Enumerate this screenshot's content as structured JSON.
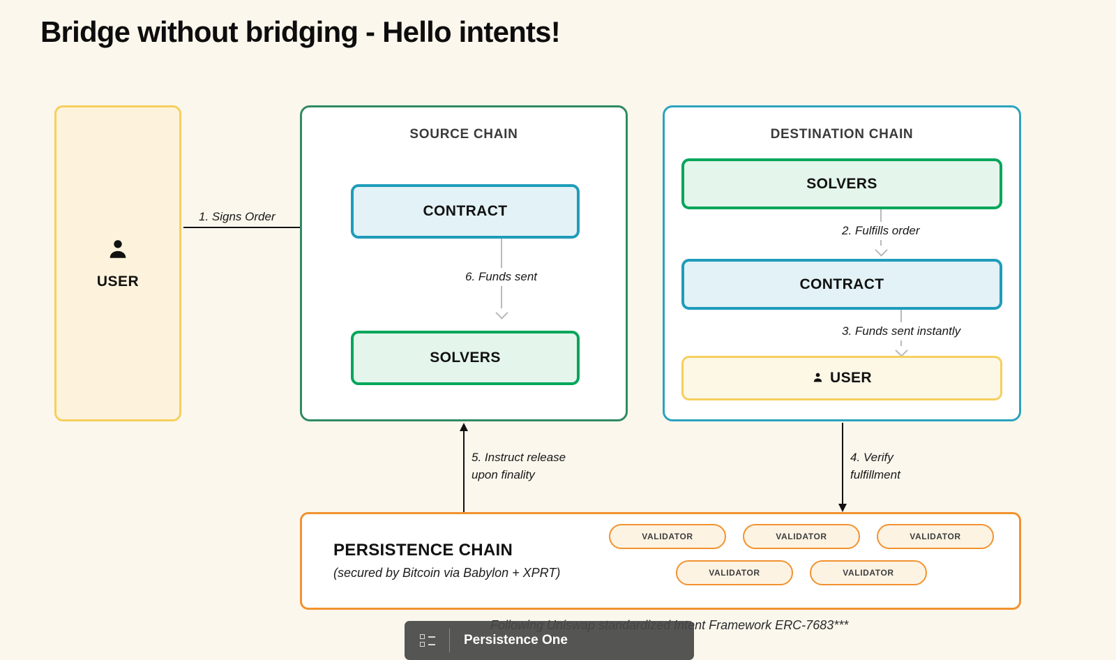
{
  "title": "Bridge without bridging - Hello intents!",
  "user_column": {
    "icon": "person-icon",
    "label": "USER"
  },
  "arrows": {
    "signs_order": "1. Signs Order",
    "instruct_release": "5. Instruct release\nupon finality",
    "instruct_release_line1": "5. Instruct release",
    "instruct_release_line2": "upon finality",
    "verify_fulfillment_line1": "4. Verify",
    "verify_fulfillment_line2": "fulfillment"
  },
  "source_chain": {
    "title": "SOURCE CHAIN",
    "contract": "CONTRACT",
    "solvers": "SOLVERS",
    "step_funds_sent": "6. Funds sent"
  },
  "destination_chain": {
    "title": "DESTINATION CHAIN",
    "solvers": "SOLVERS",
    "contract": "CONTRACT",
    "user": "USER",
    "user_icon": "person-icon",
    "step_fulfills_order": "2. Fulfills order",
    "step_funds_instantly": "3. Funds sent instantly"
  },
  "persistence_chain": {
    "name": "PERSISTENCE CHAIN",
    "subtitle": "(secured by Bitcoin via Babylon + XPRT)",
    "validators_row1": [
      "VALIDATOR",
      "VALIDATOR",
      "VALIDATOR"
    ],
    "validators_row2": [
      "VALIDATOR",
      "VALIDATOR"
    ]
  },
  "footnote": "Following Uniswap standardized Intent Framework ERC-7683***",
  "overlay": {
    "icon": "list-icon",
    "name": "Persistence One"
  },
  "colors": {
    "background": "#fbf7ed",
    "amber": "#f6cf5d",
    "orange": "#f2922f",
    "green": "#00a65a",
    "green_panel": "#2f8a62",
    "teal": "#1f9cba",
    "teal_panel": "#2ba3bf",
    "text_dark": "#111111",
    "heading_gray": "#3a3a3a"
  }
}
